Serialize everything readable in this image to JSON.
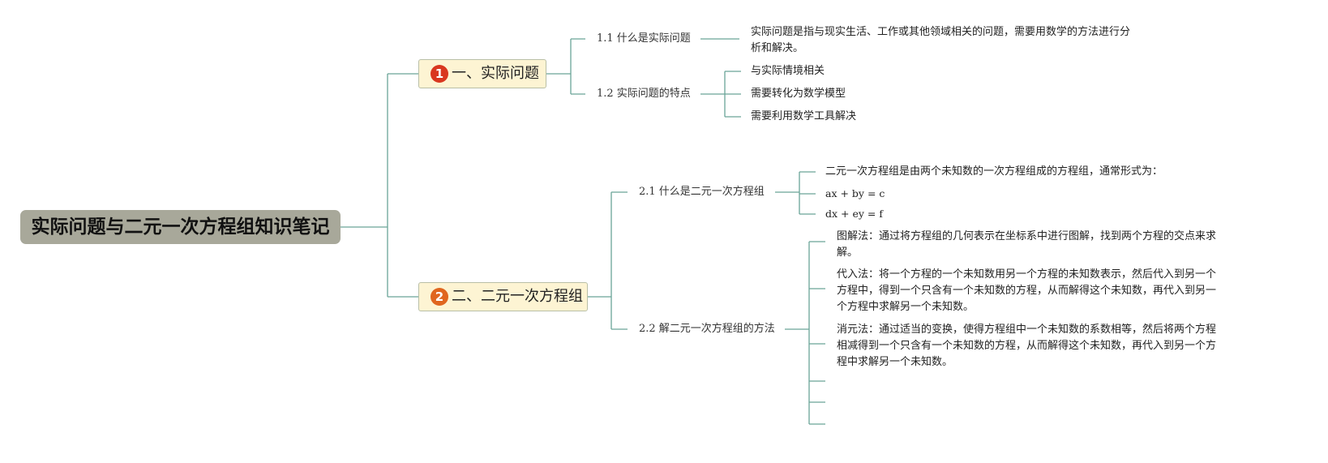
{
  "root": {
    "title": "实际问题与二元一次方程组知识笔记"
  },
  "colors": {
    "line": "#6aa597",
    "badge1": "#d9371f",
    "badge2": "#e0661f",
    "root_bg": "#a8a89a",
    "branch_bg": "#fdf4d3"
  },
  "branch1": {
    "badge": "1",
    "title": "一、实际问题",
    "sub1": {
      "title": "1.1 什么是实际问题",
      "leaf": "实际问题是指与现实生活、工作或其他领域相关的问题，需要用数学的方法进行分析和解决。"
    },
    "sub2": {
      "title": "1.2 实际问题的特点",
      "leaves": [
        "与实际情境相关",
        "需要转化为数学模型",
        "需要利用数学工具解决"
      ]
    }
  },
  "branch2": {
    "badge": "2",
    "title": "二、二元一次方程组",
    "sub1": {
      "title": "2.1 什么是二元一次方程组",
      "leaves": [
        "二元一次方程组是由两个未知数的一次方程组成的方程组，通常形式为：",
        "ax + by = c",
        "dx + ey = f"
      ]
    },
    "sub2": {
      "title": "2.2 解二元一次方程组的方法",
      "leaves": [
        "图解法：通过将方程组的几何表示在坐标系中进行图解，找到两个方程的交点来求解。",
        "代入法：将一个方程的一个未知数用另一个方程的未知数表示，然后代入到另一个方程中，得到一个只含有一个未知数的方程，从而解得这个未知数，再代入到另一个方程中求解另一个未知数。",
        "消元法：通过适当的变换，使得方程组中一个未知数的系数相等，然后将两个方程相减得到一个只含有一个未知数的方程，从而解得这个未知数，再代入到另一个方程中求解另一个未知数。"
      ]
    }
  }
}
